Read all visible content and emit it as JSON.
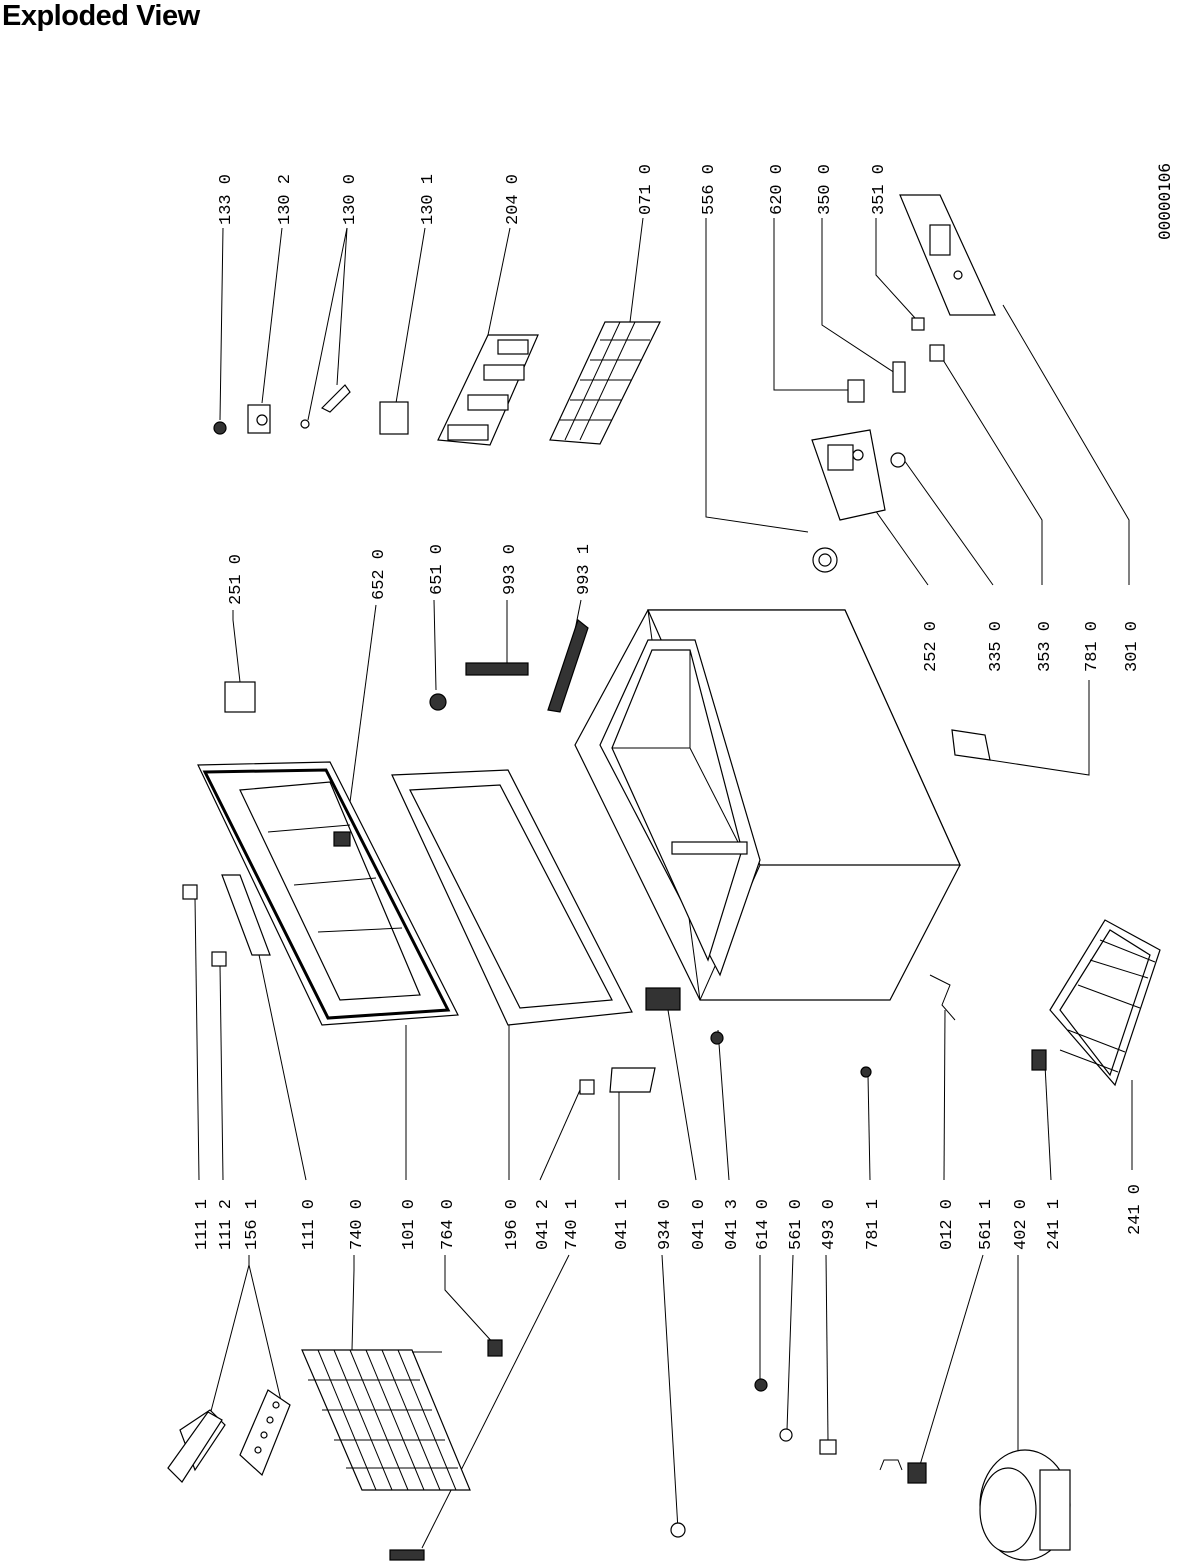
{
  "title": "Exploded View",
  "drawing_ref": "00000106",
  "labels": {
    "l1330": "133 0",
    "l1302": "130 2",
    "l1300": "130 0",
    "l1301": "130 1",
    "l2040": "204 0",
    "l0710": "071 0",
    "l5560": "556 0",
    "l6200": "620 0",
    "l3500": "350 0",
    "l3510": "351 0",
    "l2510": "251 0",
    "l6520": "652 0",
    "l6510": "651 0",
    "l9930": "993 0",
    "l9931": "993 1",
    "l2520": "252 0",
    "l3350": "335 0",
    "l3530": "353 0",
    "l7810": "781 0",
    "l3010": "301 0",
    "l1111": "111 1",
    "l1112": "111 2",
    "l1561": "156 1",
    "l1110": "111 0",
    "l7400": "740 0",
    "l1010": "101 0",
    "l7640": "764 0",
    "l1960": "196 0",
    "l0412": "041 2",
    "l7401": "740 1",
    "l0411": "041 1",
    "l9340": "934 0",
    "l0410": "041 0",
    "l0413": "041 3",
    "l6140": "614 0",
    "l5610": "561 0",
    "l4930": "493 0",
    "l7811": "781 1",
    "l0120": "012 0",
    "l5611": "561 1",
    "l4020": "402 0",
    "l2411": "241 1",
    "l2410": "241 0"
  }
}
